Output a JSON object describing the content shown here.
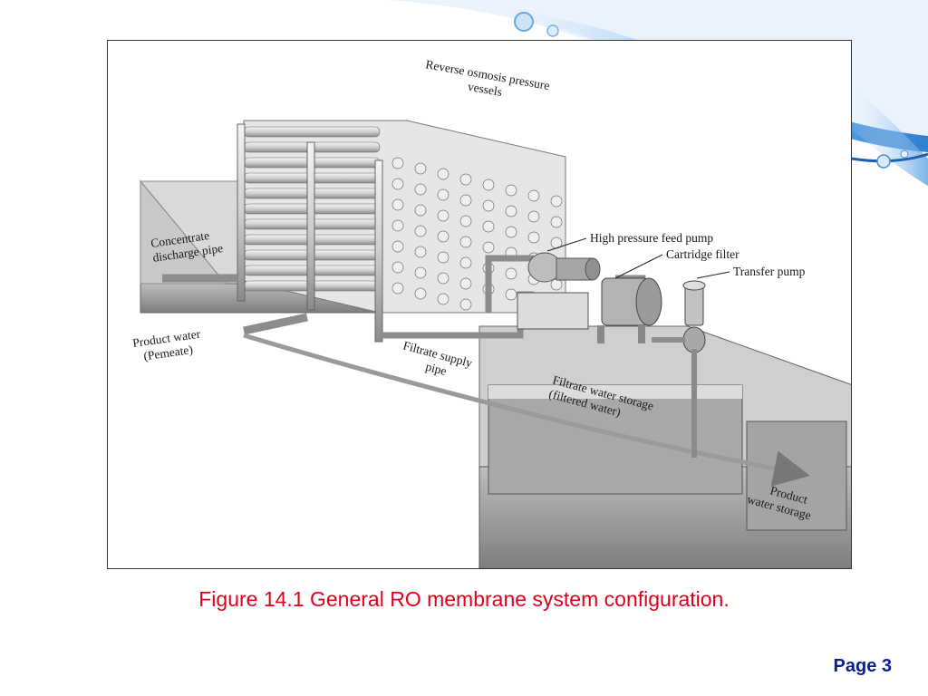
{
  "figure": {
    "labels": {
      "pressure_vessels": [
        "Reverse osmosis pressure",
        "vessels"
      ],
      "high_pressure_pump": "High pressure feed pump",
      "cartridge_filter": "Cartridge filter",
      "transfer_pump": "Transfer pump",
      "concentrate_discharge": [
        "Concentrate",
        "discharge pipe"
      ],
      "product_water": [
        "Product water",
        "(Pemeate)"
      ],
      "filtrate_supply": [
        "Filtrate supply",
        "pipe"
      ],
      "filtrate_storage": [
        "Filtrate water storage",
        "(filtered water)"
      ],
      "product_storage": [
        "Product",
        "water storage"
      ]
    }
  },
  "caption": "Figure 14.1 General RO membrane system configuration.",
  "page_label": "Page 3",
  "colors": {
    "caption": "#e0001b",
    "page_label": "#0a1f8f",
    "water_swoosh": "#2f7fd0"
  }
}
